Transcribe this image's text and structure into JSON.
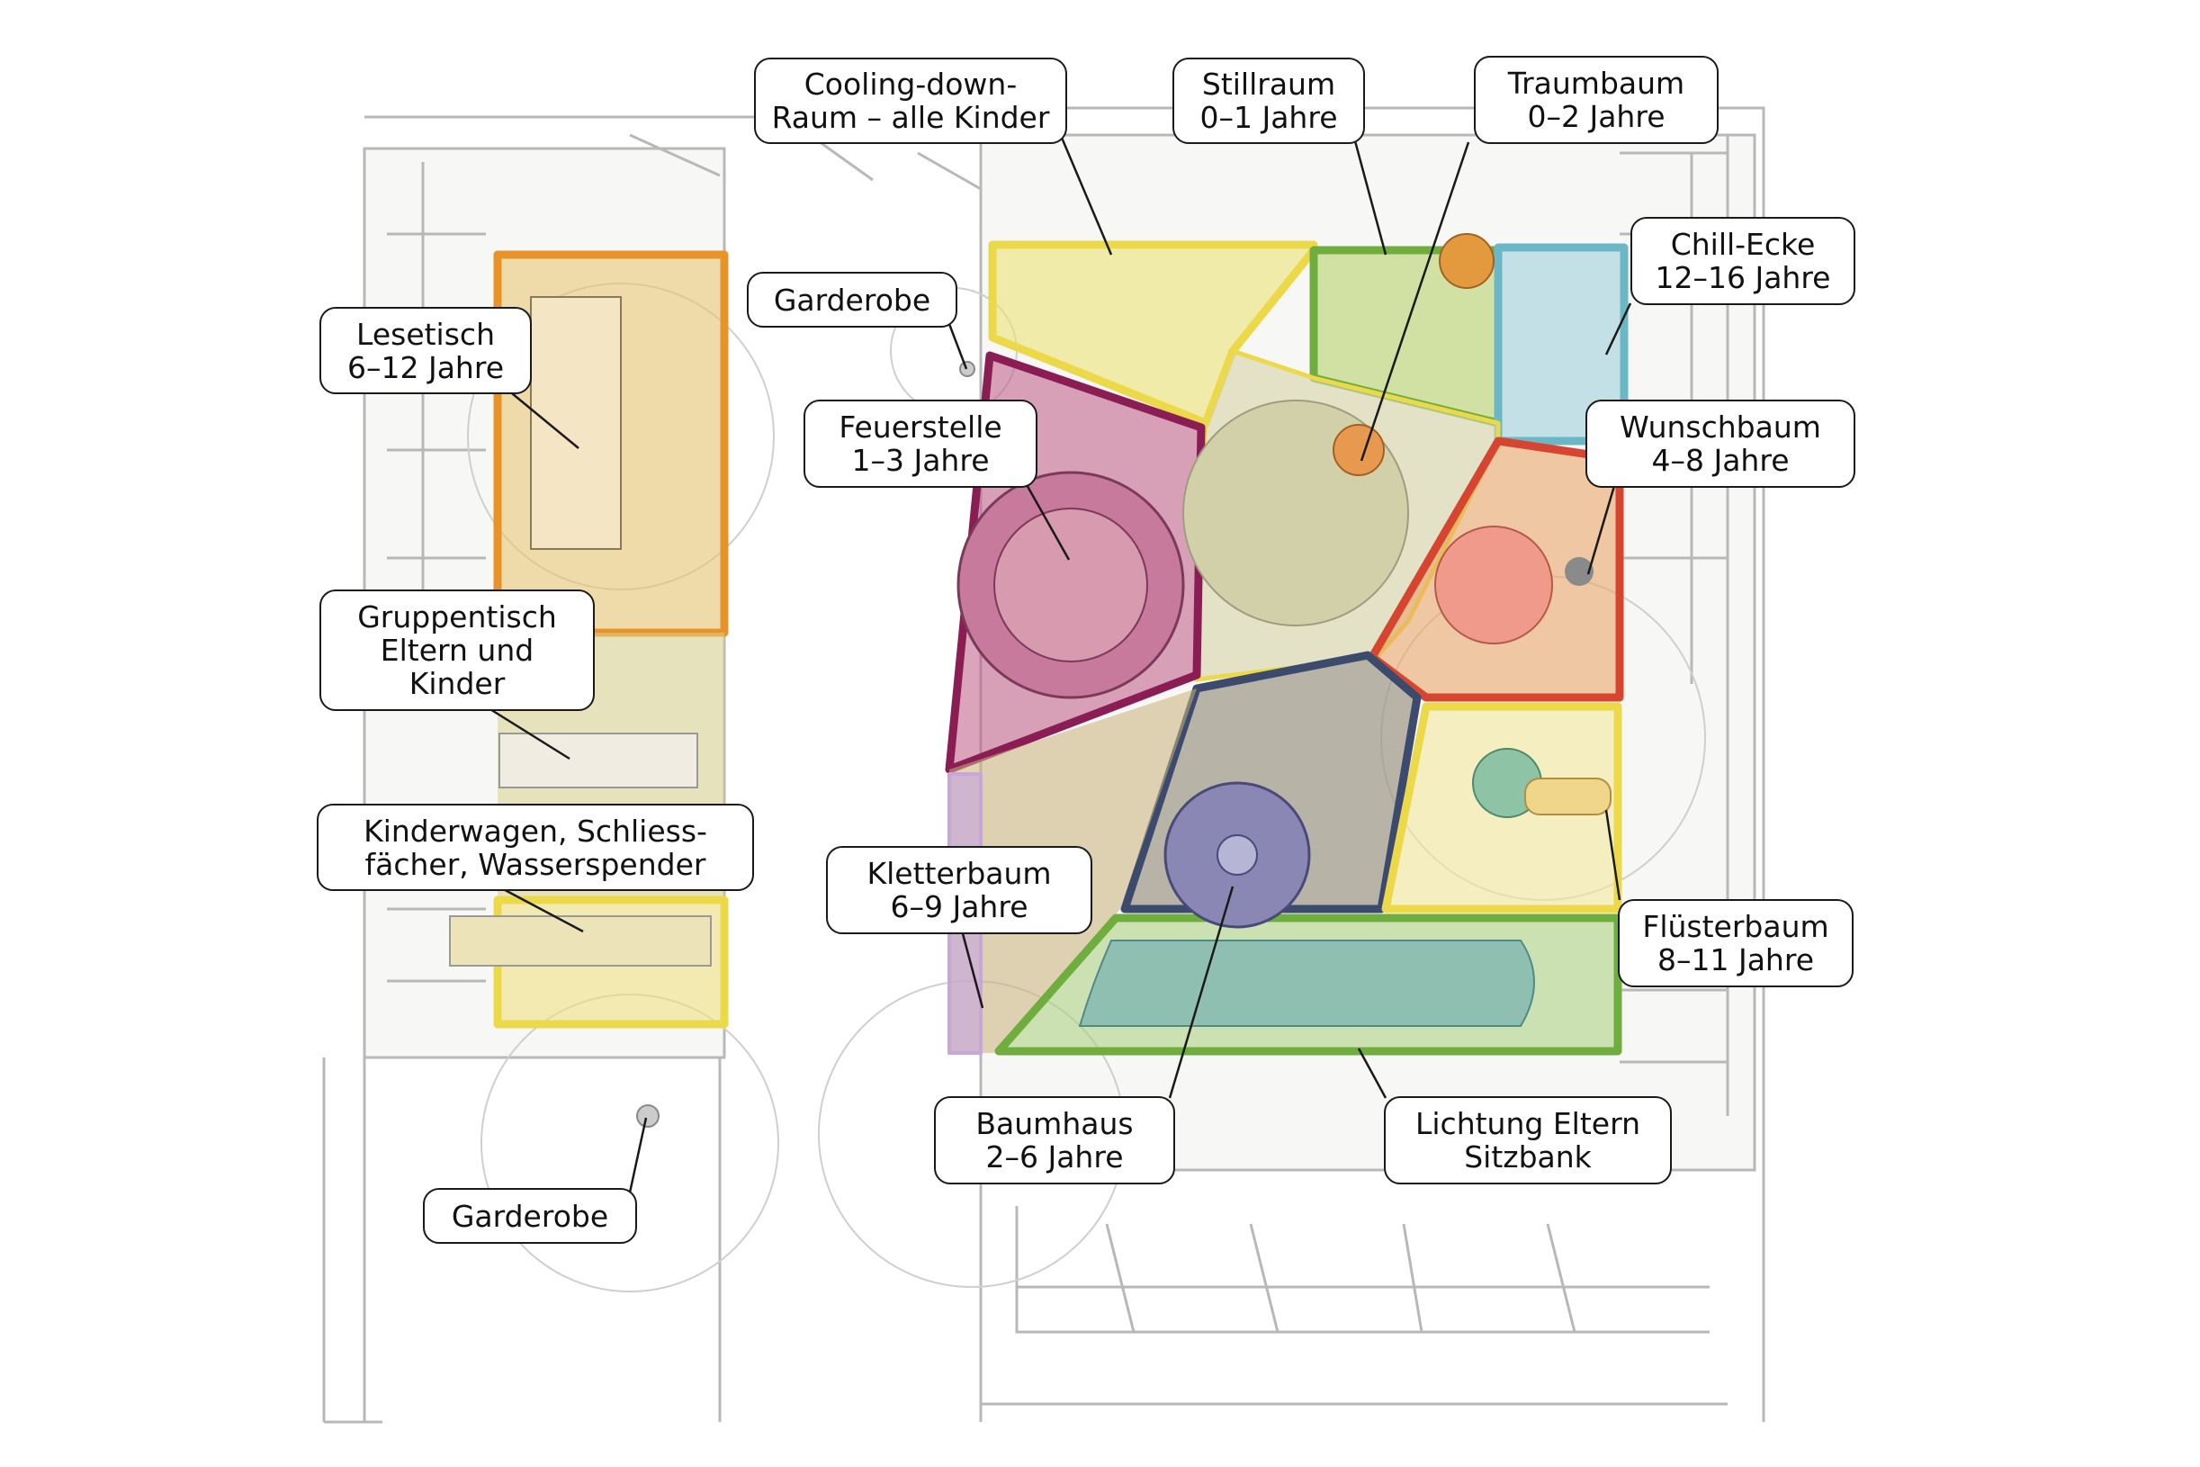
{
  "colors": {
    "amber": "#e8932a",
    "yellow": "#ecd94a",
    "purple": "#8b1d55",
    "green": "#6fae3e",
    "teal": "#6bb7c6",
    "red": "#d6452f",
    "navy": "#3c4a6e",
    "lilac": "#c9a6d8",
    "line": "#1a1a1a",
    "wall": "#b8b8b8"
  },
  "labels": [
    {
      "id": "cooling-down",
      "lines": [
        "Cooling-down-",
        "Raum – alle Kinder"
      ]
    },
    {
      "id": "stillraum",
      "lines": [
        "Stillraum",
        "0–1 Jahre"
      ]
    },
    {
      "id": "traumbaum",
      "lines": [
        "Traumbaum",
        "0–2 Jahre"
      ]
    },
    {
      "id": "chill-ecke",
      "lines": [
        "Chill-Ecke",
        "12–16 Jahre"
      ]
    },
    {
      "id": "garderobe-top",
      "lines": [
        "Garderobe"
      ]
    },
    {
      "id": "lesetisch",
      "lines": [
        "Lesetisch",
        "6–12 Jahre"
      ]
    },
    {
      "id": "feuerstelle",
      "lines": [
        "Feuerstelle",
        "1–3 Jahre"
      ]
    },
    {
      "id": "wunschbaum",
      "lines": [
        "Wunschbaum",
        "4–8 Jahre"
      ]
    },
    {
      "id": "gruppentisch",
      "lines": [
        "Gruppentisch",
        "Eltern und",
        "Kinder"
      ]
    },
    {
      "id": "kinderwagen",
      "lines": [
        "Kinderwagen, Schliess-",
        "fächer, Wasserspender"
      ]
    },
    {
      "id": "kletterbaum",
      "lines": [
        "Kletterbaum",
        "6–9 Jahre"
      ]
    },
    {
      "id": "fluesterbaum",
      "lines": [
        "Flüsterbaum",
        "8–11 Jahre"
      ]
    },
    {
      "id": "baumhaus",
      "lines": [
        "Baumhaus",
        "2–6 Jahre"
      ]
    },
    {
      "id": "lichtung",
      "lines": [
        "Lichtung Eltern",
        "Sitzbank"
      ]
    },
    {
      "id": "garderobe-bottom",
      "lines": [
        "Garderobe"
      ]
    }
  ]
}
